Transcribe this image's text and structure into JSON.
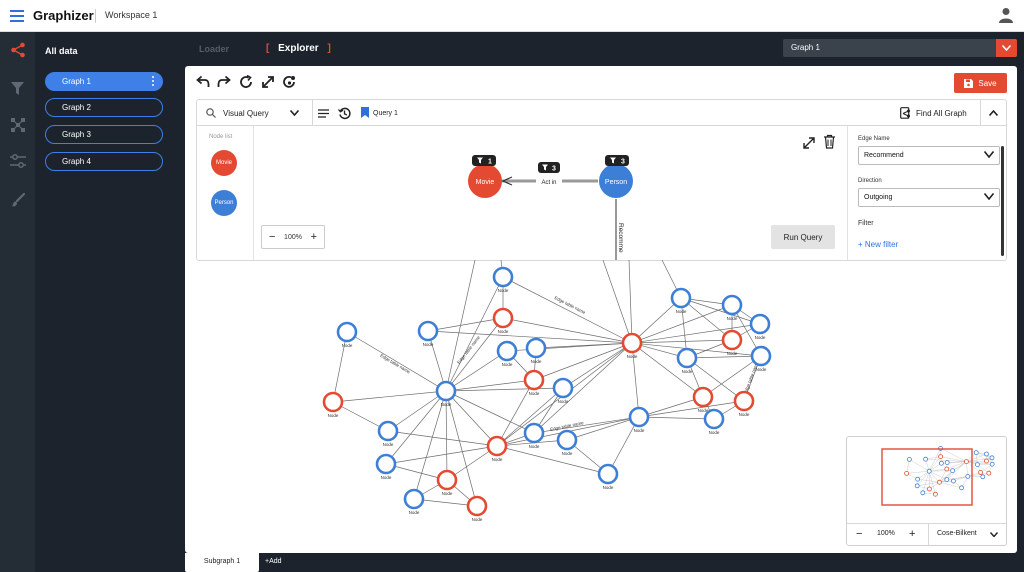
{
  "app": {
    "title": "Graphizer",
    "workspace": "Workspace 1"
  },
  "sidebar": {
    "title": "All data",
    "graphs": [
      {
        "label": "Graph 1",
        "active": true
      },
      {
        "label": "Graph 2",
        "active": false
      },
      {
        "label": "Graph 3",
        "active": false
      },
      {
        "label": "Graph 4",
        "active": false
      }
    ]
  },
  "tabs": {
    "loader": "Loader",
    "explorer": "Explorer",
    "explorer_bracket_open": "[",
    "explorer_bracket_close": "]"
  },
  "graph_select": {
    "value": "Graph 1"
  },
  "toolbar": {
    "save_label": "Save"
  },
  "query": {
    "mode_label": "Visual Query",
    "query_name": "Query 1",
    "find_all_label": "Find All Graph",
    "node_list_title": "Node list",
    "node_types": [
      {
        "label": "Movie",
        "color": "#e44a32"
      },
      {
        "label": "Person",
        "color": "#3d7fd6"
      }
    ],
    "visual": {
      "movie_label": "Movie",
      "person_label": "Person",
      "movie_badge": "1",
      "person_badge": "3",
      "edge_badge": "3",
      "edge_label": "Act in",
      "vertical_edge_label": "Recomme"
    },
    "zoom": "100%",
    "run_label": "Run Query"
  },
  "properties": {
    "edge_name_label": "Edge Name",
    "edge_name_value": "Recommend",
    "direction_label": "Direction",
    "direction_value": "Outgoing",
    "filter_label": "Filter",
    "new_filter_label": "+ New filter"
  },
  "graph": {
    "node_label": "Node",
    "edge_label": "Edge table name",
    "colors": {
      "person": "#3d7fd6",
      "movie": "#e44a32",
      "edge": "#6e6e6e"
    }
  },
  "minimap": {
    "zoom": "100%",
    "layout": "Cose-Bilkent"
  },
  "bottom": {
    "subgraph_tab": "Subgraph 1",
    "add_tab": "+Add"
  }
}
